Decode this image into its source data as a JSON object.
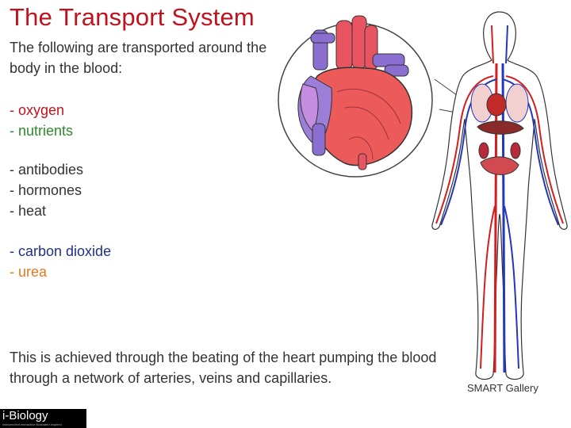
{
  "title": "The Transport System",
  "intro": "The following are transported around the body in the blood:",
  "groups": [
    [
      {
        "text": "- oxygen",
        "color": "#c0121c"
      },
      {
        "text": "- nutrients",
        "color": "#2e8a2e"
      }
    ],
    [
      {
        "text": "- antibodies",
        "color": "#333333"
      },
      {
        "text": "- hormones",
        "color": "#333333"
      },
      {
        "text": "- heat",
        "color": "#333333"
      }
    ],
    [
      {
        "text": "- carbon dioxide",
        "color": "#1f2f8f"
      },
      {
        "text": "- urea",
        "color": "#e07a1f"
      }
    ]
  ],
  "summary": "This is achieved through the beating of the heart pumping the blood through a network of arteries, veins and capillaries.",
  "credit": "SMART Gallery",
  "brand": {
    "name": "i-Biology",
    "tagline": "independent interactive illustrated inspired"
  }
}
